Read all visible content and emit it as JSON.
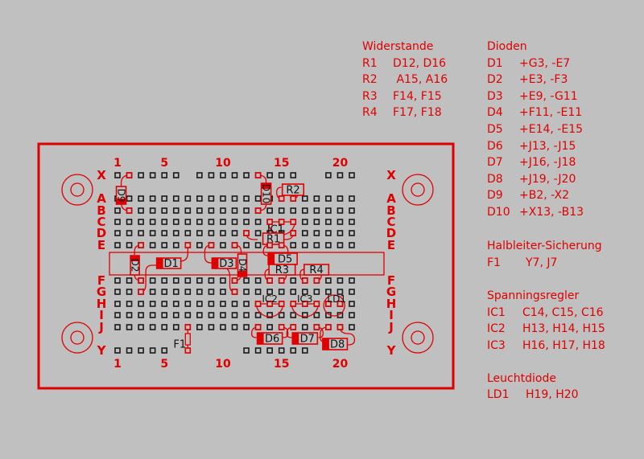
{
  "colors": {
    "background": "#c0c0c0",
    "trace": "#e00000",
    "pad": "#1a1a1a",
    "label_dark": "#111111"
  },
  "board": {
    "column_labels": [
      "1",
      "5",
      "10",
      "15",
      "20"
    ],
    "column_label_columns": [
      1,
      5,
      10,
      15,
      20
    ],
    "row_labels_top": [
      "X",
      "A",
      "B",
      "C",
      "D",
      "E"
    ],
    "row_labels_bottom": [
      "F",
      "G",
      "H",
      "I",
      "J",
      "Y"
    ],
    "columns": 21,
    "components": [
      {
        "id": "D9",
        "label": "D9",
        "type": "diode-vertical",
        "from": "X2",
        "to": "B2"
      },
      {
        "id": "D10",
        "label": "D10",
        "type": "diode-vertical",
        "from": "X13",
        "to": "B13"
      },
      {
        "id": "R2",
        "label": "R2",
        "type": "resistor",
        "pins": [
          "A15",
          "A16"
        ]
      },
      {
        "id": "IC1",
        "label": "IC1",
        "type": "regulator",
        "pins": [
          "C14",
          "C15",
          "C16"
        ]
      },
      {
        "id": "R1",
        "label": "R1",
        "type": "resistor",
        "pins": [
          "D12",
          "D16"
        ]
      },
      {
        "id": "D2",
        "label": "D2",
        "type": "diode-vertical",
        "pins": [
          "E3",
          "F3"
        ]
      },
      {
        "id": "D1",
        "label": "D1",
        "type": "diode",
        "pins": [
          "G3",
          "E7"
        ]
      },
      {
        "id": "D3",
        "label": "D3",
        "type": "diode",
        "pins": [
          "E9",
          "G11"
        ]
      },
      {
        "id": "D4",
        "label": "D4",
        "type": "diode-vertical",
        "pins": [
          "F11",
          "E11"
        ]
      },
      {
        "id": "D5",
        "label": "D5",
        "type": "diode",
        "pins": [
          "E14",
          "E15"
        ]
      },
      {
        "id": "R3",
        "label": "R3",
        "type": "resistor",
        "pins": [
          "F14",
          "F15"
        ]
      },
      {
        "id": "R4",
        "label": "R4",
        "type": "resistor",
        "pins": [
          "F17",
          "F18"
        ]
      },
      {
        "id": "IC2",
        "label": "IC2",
        "type": "regulator",
        "pins": [
          "H13",
          "H14",
          "H15"
        ]
      },
      {
        "id": "IC3",
        "label": "IC3",
        "type": "regulator",
        "pins": [
          "H16",
          "H17",
          "H18"
        ]
      },
      {
        "id": "LD1",
        "label": "LD1",
        "type": "led",
        "pins": [
          "H19",
          "H20"
        ]
      },
      {
        "id": "D6",
        "label": "D6",
        "type": "diode",
        "pins": [
          "J13",
          "J15"
        ]
      },
      {
        "id": "D7",
        "label": "D7",
        "type": "diode",
        "pins": [
          "J16",
          "J18"
        ]
      },
      {
        "id": "D8",
        "label": "D8",
        "type": "diode",
        "pins": [
          "J19",
          "J20"
        ]
      },
      {
        "id": "F1",
        "label": "F1",
        "type": "fuse",
        "pins": [
          "Y7",
          "J7"
        ]
      }
    ]
  },
  "legend": {
    "resistors": {
      "title": "Widerstande",
      "items": [
        {
          "ref": "R1",
          "pins": "D12, D16"
        },
        {
          "ref": "R2",
          "pins": " A15, A16"
        },
        {
          "ref": "R3",
          "pins": "F14, F15"
        },
        {
          "ref": "R4",
          "pins": "F17, F18"
        }
      ]
    },
    "diodes": {
      "title": "Dioden",
      "items": [
        {
          "ref": "D1",
          "pins": "+G3, -E7"
        },
        {
          "ref": "D2",
          "pins": "+E3, -F3"
        },
        {
          "ref": "D3",
          "pins": "+E9, -G11"
        },
        {
          "ref": "D4",
          "pins": "+F11, -E11"
        },
        {
          "ref": "D5",
          "pins": "+E14, -E15"
        },
        {
          "ref": "D6",
          "pins": "+J13, -J15"
        },
        {
          "ref": "D7",
          "pins": "+J16, -J18"
        },
        {
          "ref": "D8",
          "pins": "+J19, -J20"
        },
        {
          "ref": "D9",
          "pins": "+B2, -X2"
        },
        {
          "ref": "D10",
          "pins": "+X13, -B13"
        }
      ]
    },
    "fuse": {
      "title": "Halbleiter-Sicherung",
      "items": [
        {
          "ref": "F1",
          "pins": "Y7, J7"
        }
      ]
    },
    "regulators": {
      "title": "Spanningsregler",
      "items": [
        {
          "ref": "IC1",
          "pins": "C14, C15, C16"
        },
        {
          "ref": "IC2",
          "pins": "H13, H14, H15"
        },
        {
          "ref": "IC3",
          "pins": "H16, H17, H18"
        }
      ]
    },
    "led": {
      "title": "Leuchtdiode",
      "items": [
        {
          "ref": "LD1",
          "pins": "H19, H20"
        }
      ]
    }
  }
}
